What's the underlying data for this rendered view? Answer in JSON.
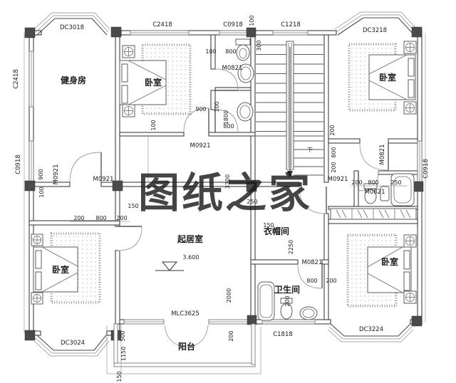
{
  "watermark": {
    "text": "图纸之家",
    "color": "#d23425"
  },
  "rooms": {
    "gym": "健身房",
    "bedroom_tl": "卧室",
    "bedroom_tr": "卧室",
    "bedroom_bl": "卧室",
    "bedroom_br": "卧室",
    "living": "起居室",
    "cloakroom": "衣帽间",
    "bathroom": "卫生间",
    "balcony": "阳台"
  },
  "level_mark": "3.600",
  "stair_direction": "下",
  "codes": {
    "dc3018": "DC3018",
    "c2418_top": "C2418",
    "c0918_top": "C0918",
    "c1218_top": "C1218",
    "dc3218": "DC3218",
    "c2418_left": "C2418",
    "c0918_left": "C0918",
    "c0918_right": "C0918",
    "dc3024": "DC3024",
    "c1818": "C1818",
    "dc3224": "DC3224",
    "mlc3625": "MLC3625",
    "m0821_wc": "M0821",
    "m0821_tr": "M0821",
    "m0821_bath": "M0821",
    "m0821_cloak": "M0821",
    "m0921_a": "M0921",
    "m0921_b": "M0921",
    "m0921_tl": "M0921",
    "m0921_right": "M0921"
  },
  "dims": [
    "100",
    "800",
    "300",
    "100",
    "900",
    "100",
    "1800",
    "800",
    "100",
    "900",
    "100",
    "150",
    "200",
    "800",
    "200",
    "3300",
    "250",
    "150",
    "2250",
    "800",
    "200",
    "2000",
    "200",
    "200",
    "800",
    "200",
    "200",
    "800",
    "250",
    "500",
    "1150",
    "150",
    "200"
  ]
}
